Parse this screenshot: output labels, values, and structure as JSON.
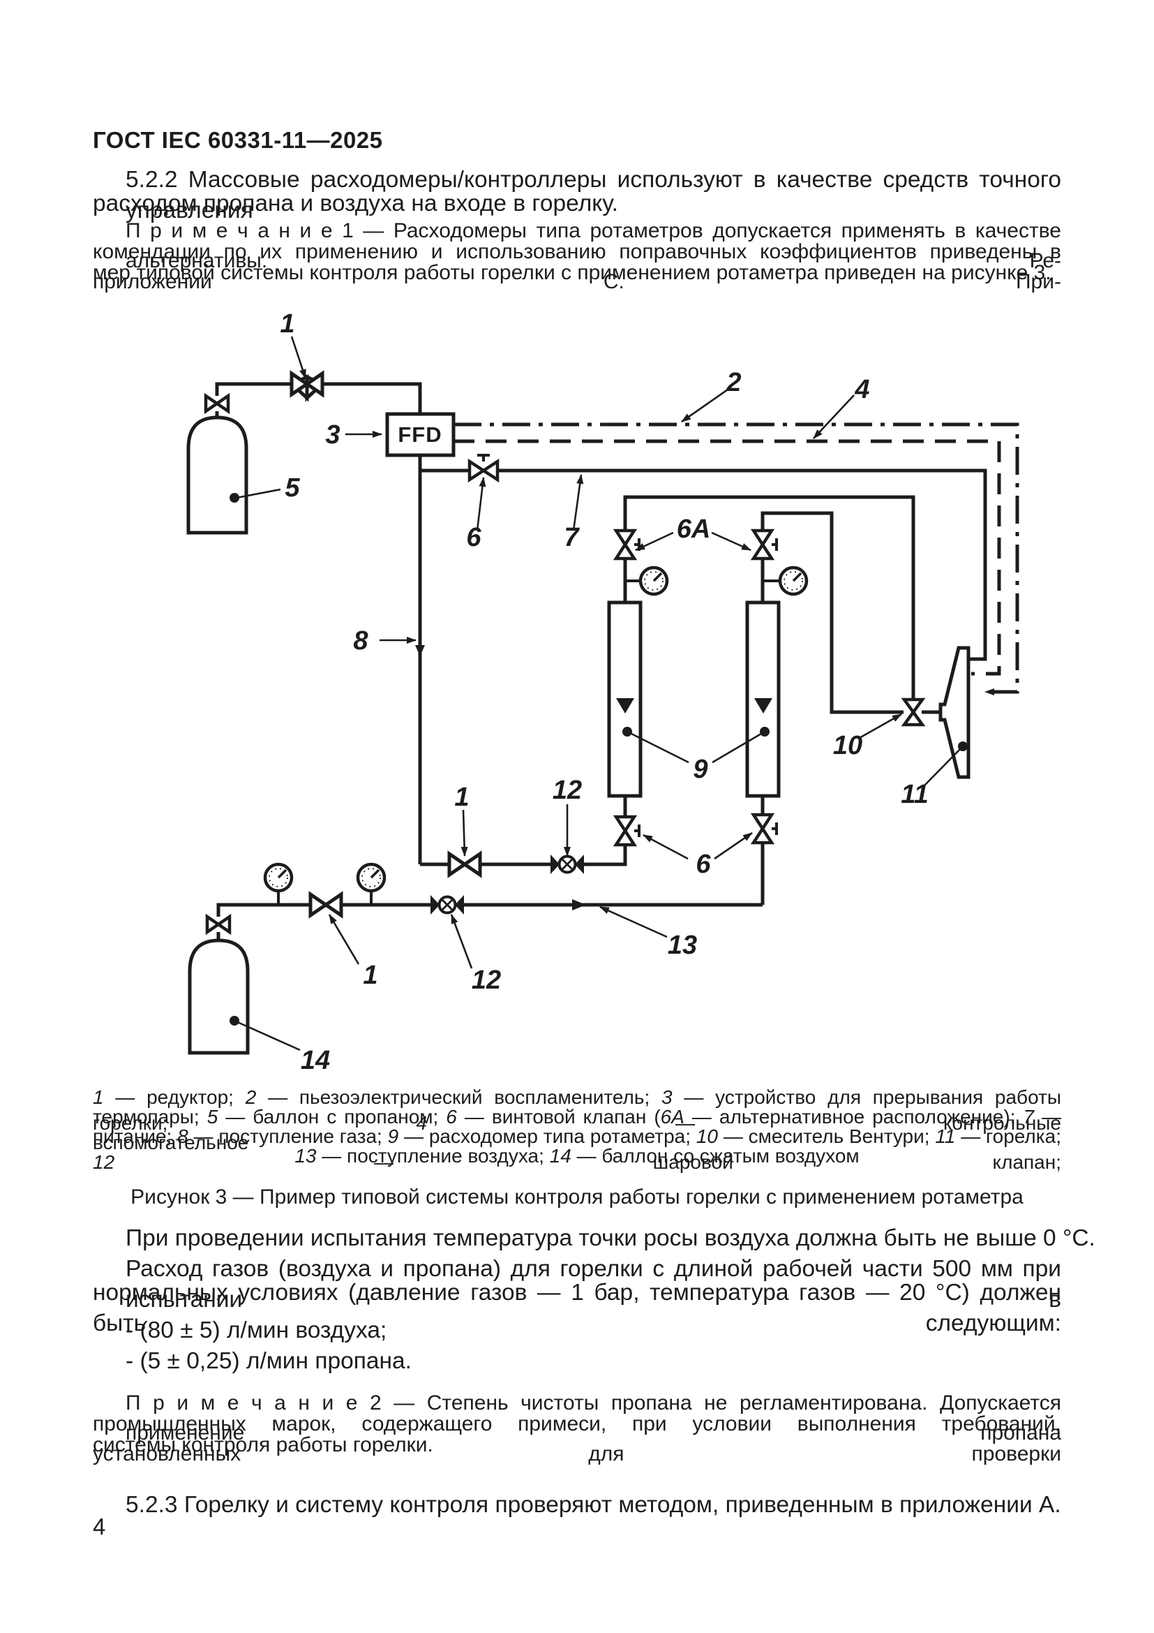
{
  "page": {
    "header": "ГОСТ IEC 60331-11—2025",
    "page_number": "4"
  },
  "text": {
    "p522": {
      "lines": [
        {
          "c": "j",
          "ind": true,
          "p": [
            {
              "t": "5.2.2 Массовые расходомеры/контроллеры используют в качестве средств точного управления"
            }
          ]
        },
        {
          "c": "l",
          "p": [
            {
              "t": "расходом пропана и воздуха на входе в горелку."
            }
          ]
        }
      ]
    },
    "note1": {
      "lines": [
        {
          "c": "j",
          "ind": true,
          "p": [
            {
              "t": "П р и м е ч а н и е   1 — Расходомеры типа ротаметров допускается применять в качестве альтернативы. Ре-"
            }
          ]
        },
        {
          "c": "j",
          "p": [
            {
              "t": "комендации по их применению и использованию поправочных коэффициентов приведены в приложении С. При-"
            }
          ]
        },
        {
          "c": "l",
          "p": [
            {
              "t": "мер типовой системы контроля работы горелки с применением ротаметра приведен на рисунке 3."
            }
          ]
        }
      ]
    },
    "dew_line": "При проведении испытания температура точки росы воздуха должна быть не выше 0 °С.",
    "flow": {
      "lines": [
        {
          "c": "j",
          "ind": true,
          "p": [
            {
              "t": "Расход газов (воздуха и пропана) для горелки с длиной рабочей части 500 мм при испытании в"
            }
          ]
        },
        {
          "c": "j",
          "p": [
            {
              "t": "нормальных условиях (давление газов — 1 бар, температура газов — 20 °С) должен быть следующим:"
            }
          ]
        }
      ]
    },
    "item_air": "- (80 ± 5) л/мин воздуха;",
    "item_propane": "- (5 ± 0,25) л/мин пропана.",
    "note2": {
      "lines": [
        {
          "c": "j",
          "ind": true,
          "p": [
            {
              "t": "П р и м е ч а н и е   2 — Степень чистоты пропана не регламентирована. Допускается применение пропана"
            }
          ]
        },
        {
          "c": "j",
          "p": [
            {
              "t": "промышленных марок, содержащего примеси, при условии выполнения требований, установленных для проверки"
            }
          ]
        },
        {
          "c": "l",
          "p": [
            {
              "t": "системы контроля работы горелки."
            }
          ]
        }
      ]
    },
    "p523": "5.2.3 Горелку и систему контроля проверяют методом, приведенным в приложении А."
  },
  "figure": {
    "caption": "Рисунок 3 — Пример типовой системы контроля работы горелки с применением ротаметра",
    "legend": {
      "lines": [
        {
          "c": "j",
          "p": [
            {
              "t": "1",
              "i": true
            },
            {
              "t": " — редуктор; "
            },
            {
              "t": "2",
              "i": true
            },
            {
              "t": " — пьезоэлектрический воспламенитель; "
            },
            {
              "t": "3",
              "i": true
            },
            {
              "t": " — устройство для прерывания работы горелки; "
            },
            {
              "t": "4",
              "i": true
            },
            {
              "t": " — контрольные"
            }
          ]
        },
        {
          "c": "j",
          "p": [
            {
              "t": "термопары; "
            },
            {
              "t": "5",
              "i": true
            },
            {
              "t": " — баллон с пропаном; "
            },
            {
              "t": "6",
              "i": true
            },
            {
              "t": " — винтовой клапан ("
            },
            {
              "t": "6А",
              "i": true
            },
            {
              "t": " — альтернативное расположение); "
            },
            {
              "t": "7",
              "i": true
            },
            {
              "t": " — вспомогательное"
            }
          ]
        },
        {
          "c": "j",
          "p": [
            {
              "t": "питание; "
            },
            {
              "t": "8",
              "i": true
            },
            {
              "t": " — поступление газа; "
            },
            {
              "t": "9",
              "i": true
            },
            {
              "t": " — расходомер типа ротаметра; "
            },
            {
              "t": "10",
              "i": true
            },
            {
              "t": " — смеситель Вентури; "
            },
            {
              "t": "11",
              "i": true
            },
            {
              "t": " — горелка; "
            },
            {
              "t": "12",
              "i": true
            },
            {
              "t": " — шаровой клапан;"
            }
          ]
        },
        {
          "c": "c",
          "p": [
            {
              "t": "13",
              "i": true
            },
            {
              "t": " — поступление воздуха; "
            },
            {
              "t": "14",
              "i": true
            },
            {
              "t": " — баллон со сжатым воздухом"
            }
          ]
        }
      ]
    },
    "labels": {
      "n1": "1",
      "n2": "2",
      "n3": "3",
      "n4": "4",
      "n5": "5",
      "n6": "6",
      "n6a": "6А",
      "n7": "7",
      "n8": "8",
      "n9": "9",
      "n10": "10",
      "n11": "11",
      "n12": "12",
      "n13": "13",
      "n14": "14",
      "ffd": "FFD"
    }
  }
}
